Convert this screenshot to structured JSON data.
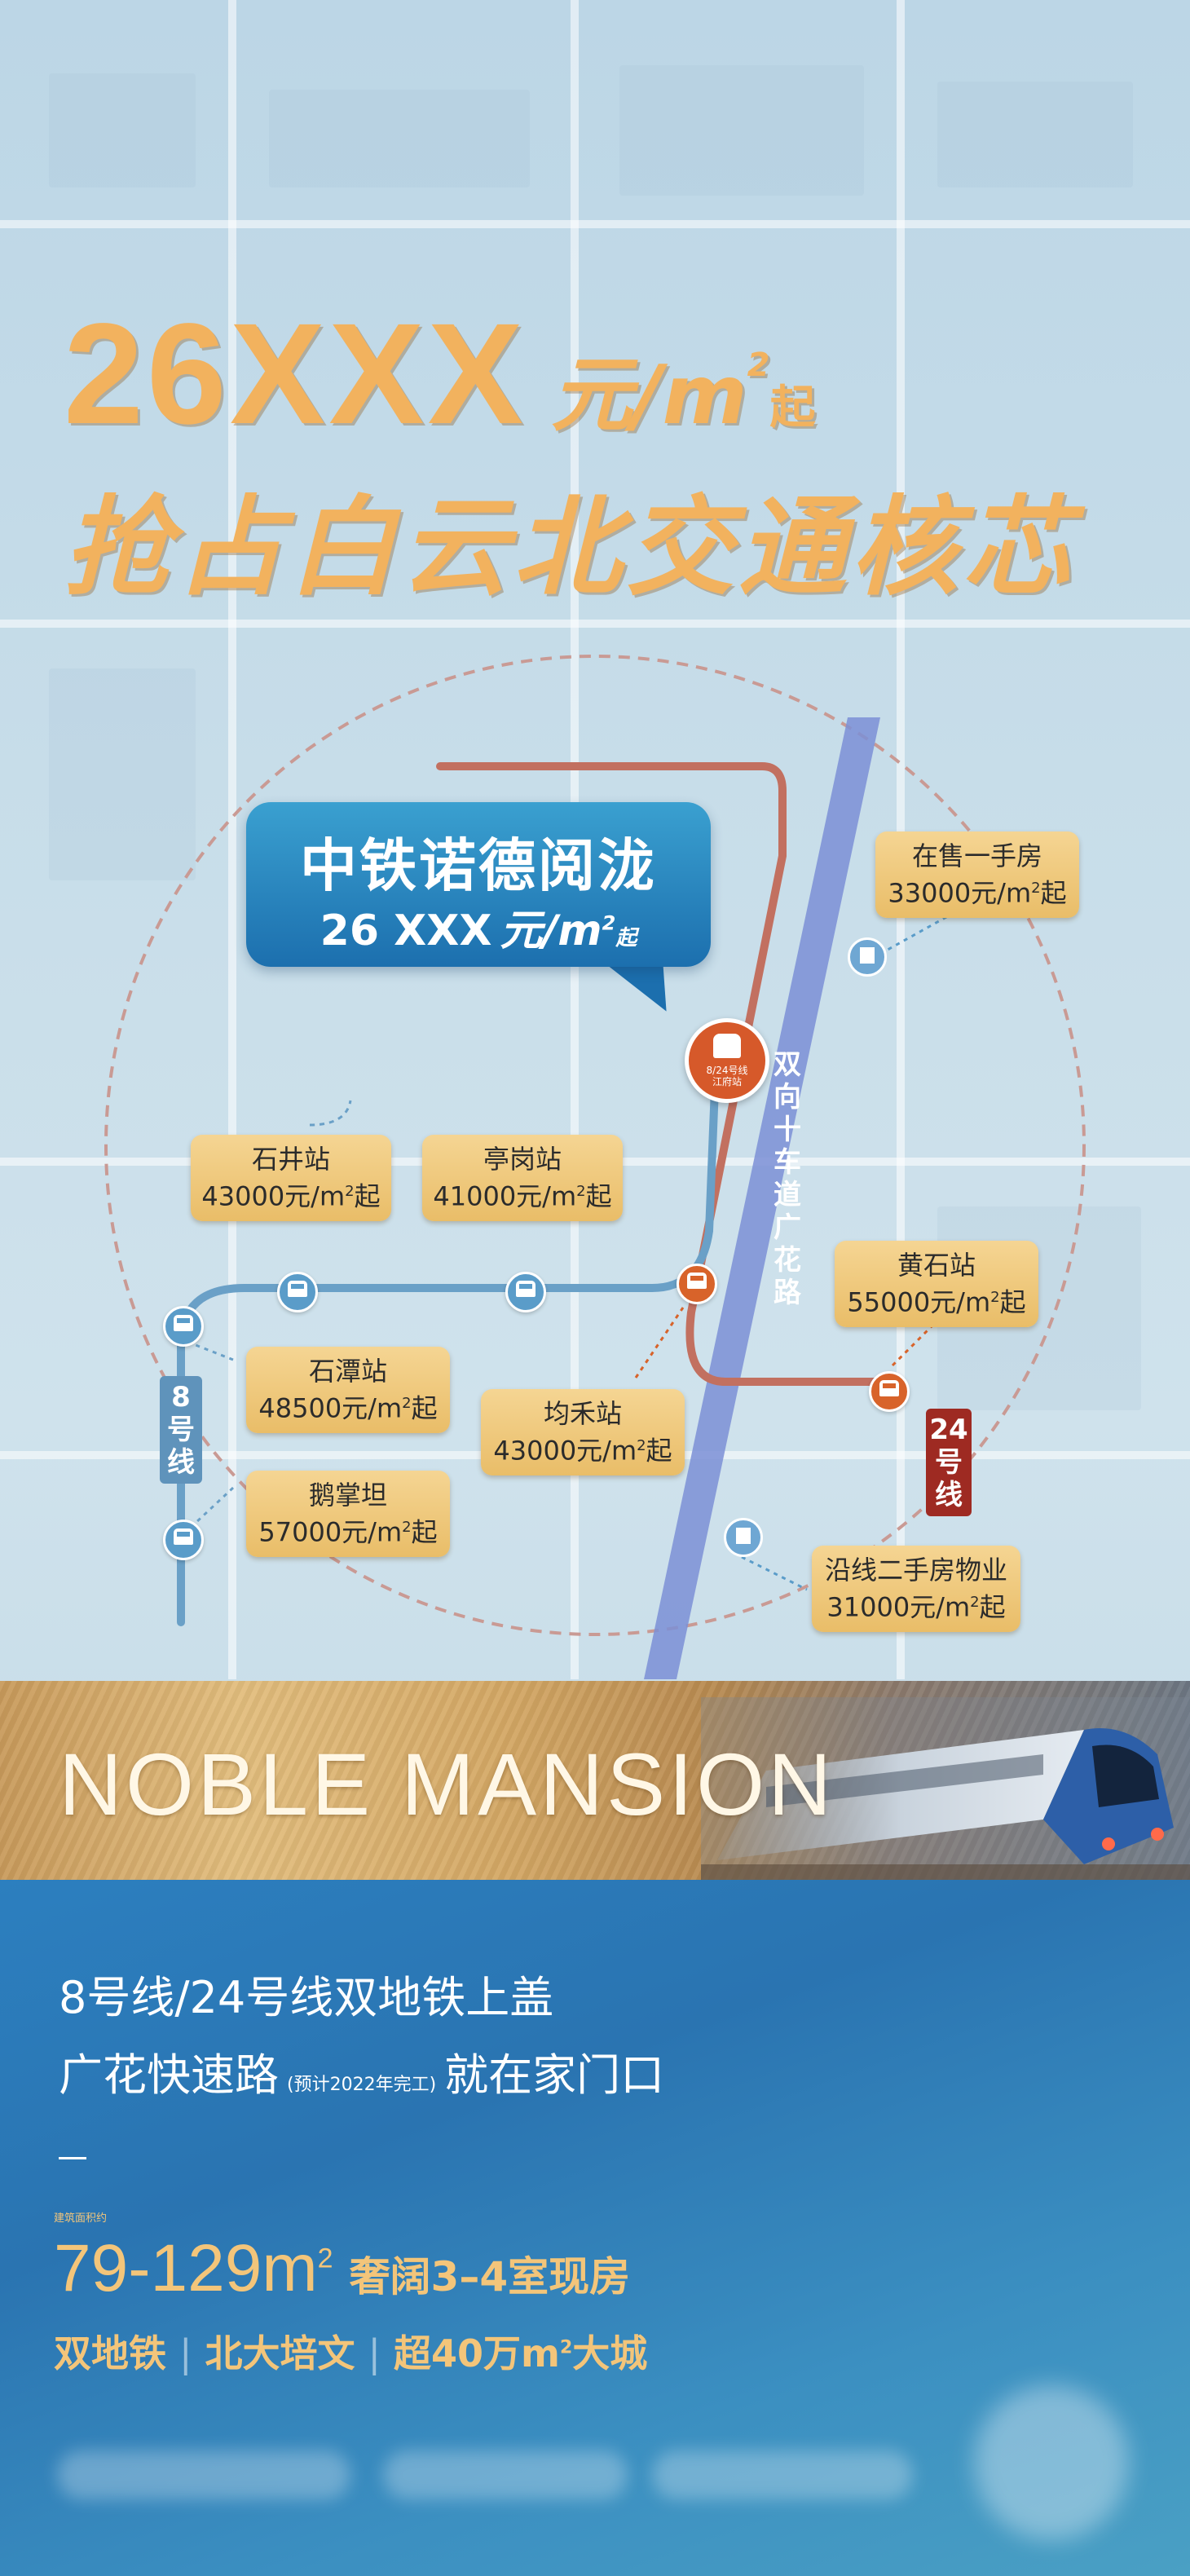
{
  "headline": {
    "price_num": "26XXX",
    "price_unit": "元/m",
    "price_unit_sup": "2",
    "price_suffix": "起",
    "slogan": "抢占白云北交通核芯"
  },
  "project": {
    "name": "中铁诺德阅泷",
    "price_num": "26 XXX",
    "price_unit": "元/m",
    "price_unit_sup": "2",
    "price_suffix": "起"
  },
  "hub_station": {
    "line1": "8/24号线",
    "line2": "江府站"
  },
  "road": {
    "label_chars": [
      "双",
      "向",
      "十",
      "车",
      "道",
      "广",
      "花",
      "路"
    ]
  },
  "line8": {
    "label": [
      "8",
      "号",
      "线"
    ],
    "color": "#5f93bb"
  },
  "line24": {
    "label": [
      "24",
      "号",
      "线"
    ],
    "color": "#c0392b"
  },
  "tags": {
    "shijing": {
      "name": "石井站",
      "price": "43000元/m",
      "sup": "2",
      "suffix": "起"
    },
    "tinggang": {
      "name": "亭岗站",
      "price": "41000元/m",
      "sup": "2",
      "suffix": "起"
    },
    "shitan": {
      "name": "石潭站",
      "price": "48500元/m",
      "sup": "2",
      "suffix": "起"
    },
    "ezhangtan": {
      "name": "鹅掌坦",
      "price": "57000元/m",
      "sup": "2",
      "suffix": "起"
    },
    "junhe": {
      "name": "均禾站",
      "price": "43000元/m",
      "sup": "2",
      "suffix": "起"
    },
    "huangshi": {
      "name": "黄石站",
      "price": "55000元/m",
      "sup": "2",
      "suffix": "起"
    },
    "new_home": {
      "name": "在售一手房",
      "price": "33000元/m",
      "sup": "2",
      "suffix": "起"
    },
    "resale": {
      "name": "沿线二手房物业",
      "price": "31000元/m",
      "sup": "2",
      "suffix": "起"
    }
  },
  "band": {
    "title": "NOBLE MANSION"
  },
  "bottom": {
    "line1": "8号线/24号线双地铁上盖",
    "line2_a": "广花快速路",
    "line2_small": "(预计2022年完工)",
    "line2_b": "就在家门口",
    "area_prefix": "建筑面积约",
    "area_num": "79-129m",
    "area_sup": "2",
    "area_desc": "奢阔3–4室现房",
    "features": [
      "双地铁",
      "北大培文",
      "超40万m"
    ],
    "feature3_sup": "2",
    "feature3_suffix": "大城"
  },
  "colors": {
    "gold_text": "#f2b25e",
    "callout_blue": "#1c6fae",
    "line8": "#5f93bb",
    "line24": "#c0392b",
    "road": "#7b8fd6",
    "bottom_bg": "#2a74b1"
  }
}
